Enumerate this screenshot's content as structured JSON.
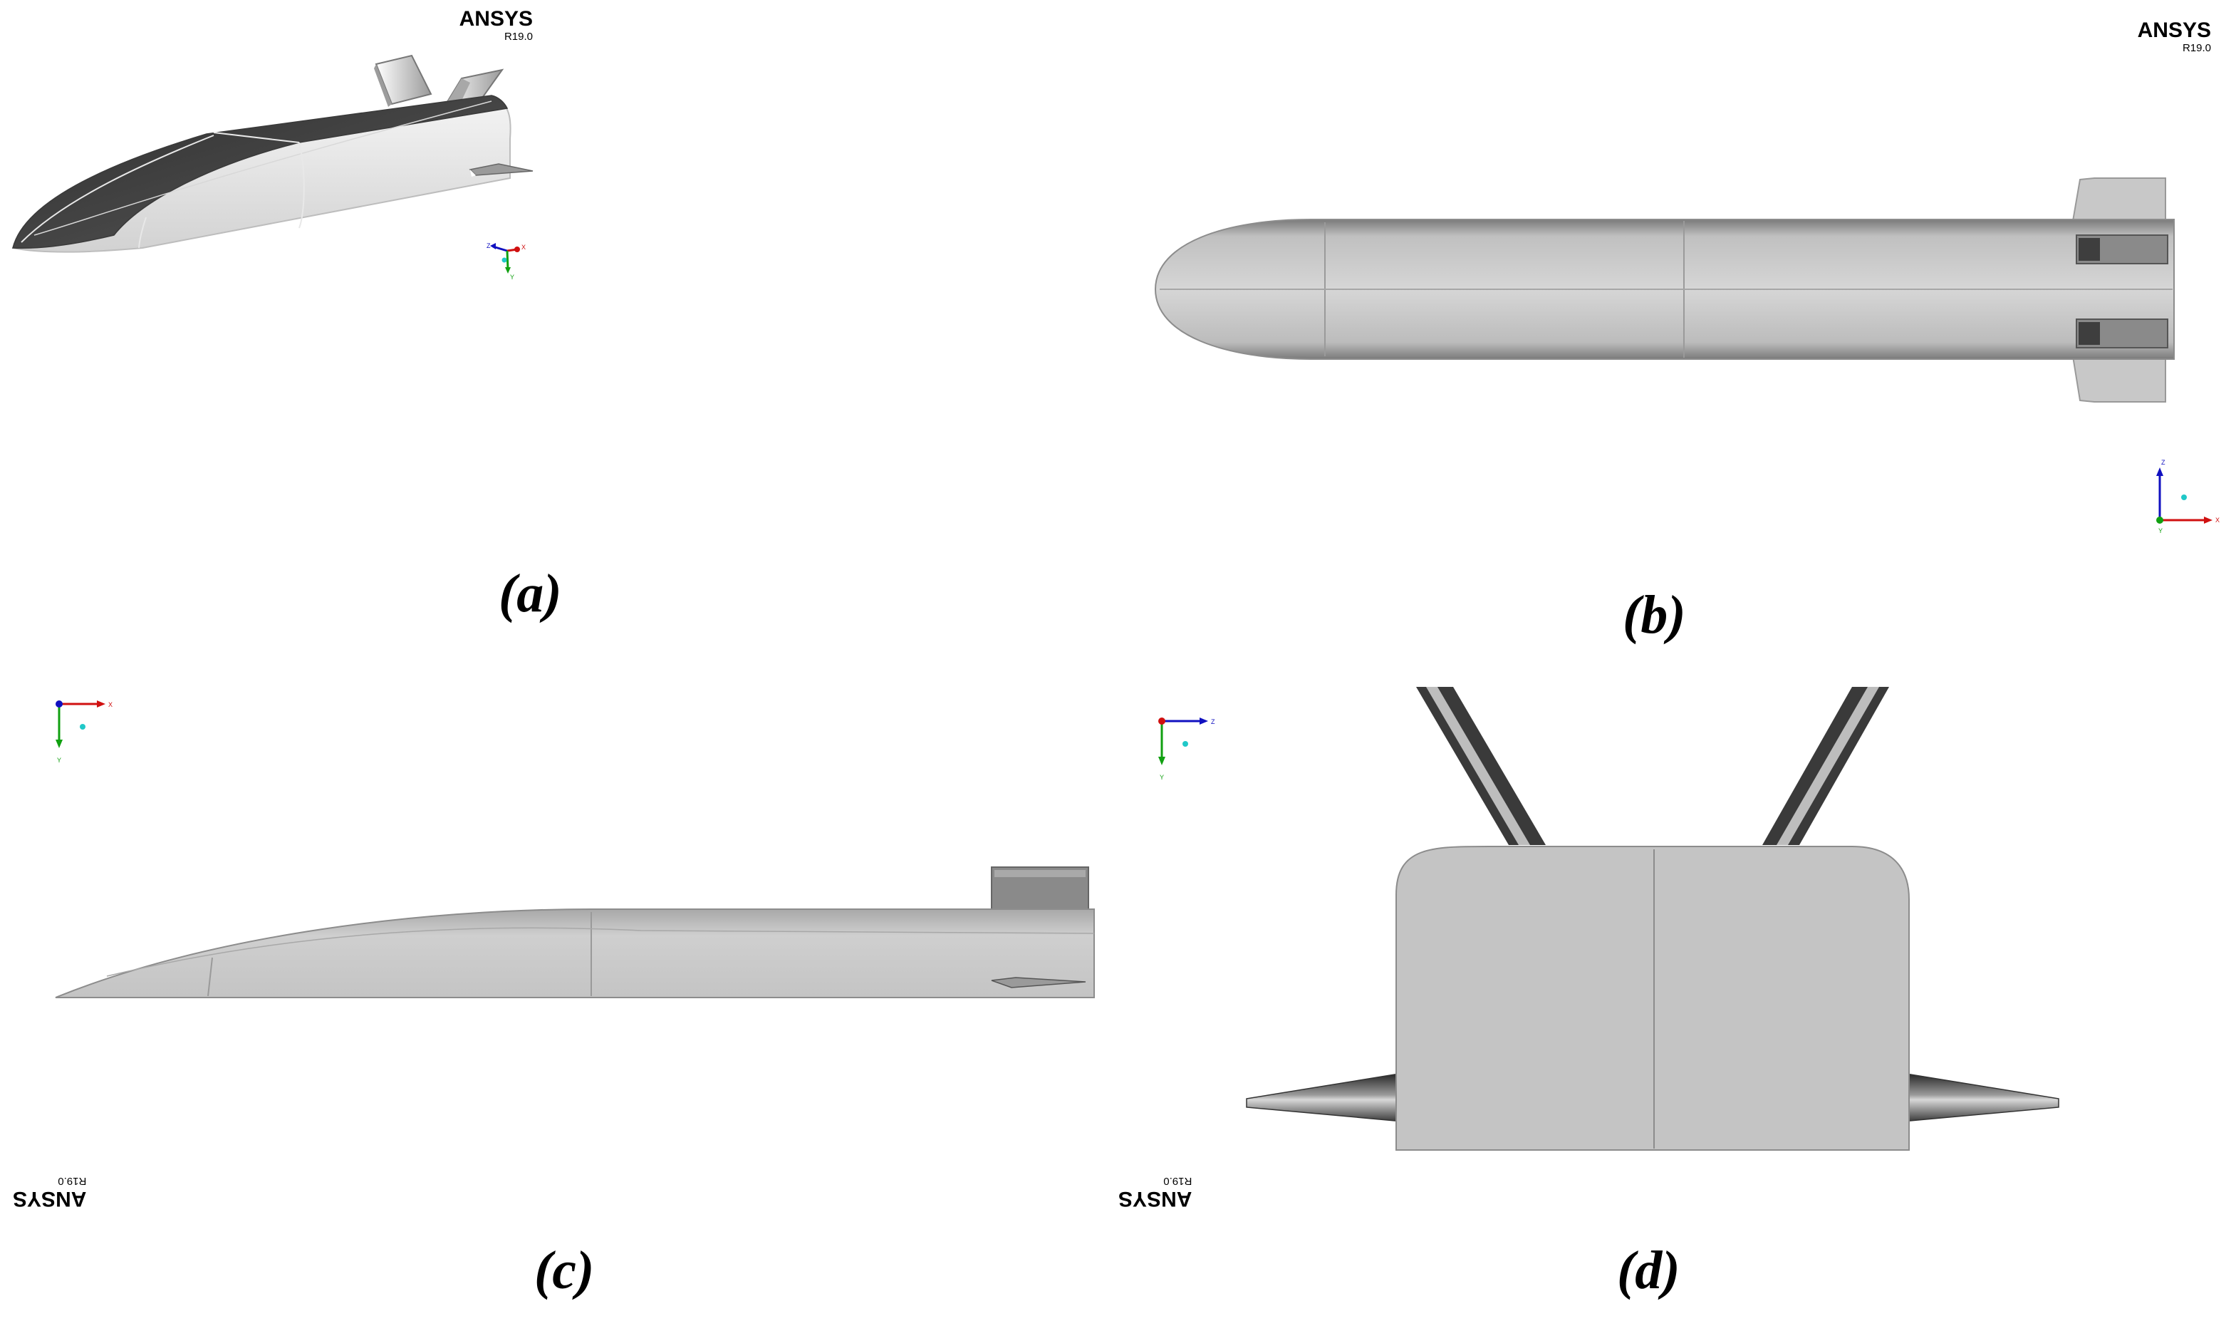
{
  "panels": [
    {
      "id": "a",
      "caption": "(a)",
      "brand": {
        "name": "ANSYS",
        "version": "R19.0"
      },
      "triad": {
        "labels": [
          "Z",
          "X",
          "Y"
        ]
      }
    },
    {
      "id": "b",
      "caption": "(b)",
      "brand": {
        "name": "ANSYS",
        "version": "R19.0"
      },
      "triad": {
        "labels": [
          "Z",
          "X",
          "Y"
        ]
      }
    },
    {
      "id": "c",
      "caption": "(c)",
      "brand": {
        "name": "ANSYS",
        "version": "R19.0"
      },
      "triad": {
        "labels": [
          "X",
          "Y"
        ]
      }
    },
    {
      "id": "d",
      "caption": "(d)",
      "brand": {
        "name": "ANSYS",
        "version": "R19.0"
      },
      "triad": {
        "labels": [
          "Z",
          "Y"
        ]
      }
    }
  ],
  "colors": {
    "body_light": "#c8c8c8",
    "body_dark": "#4a4a4a",
    "edge": "#8c8c8c",
    "axis_x": "#d01010",
    "axis_y": "#10a010",
    "axis_z": "#1010c0",
    "pivot": "#20c8c8"
  }
}
